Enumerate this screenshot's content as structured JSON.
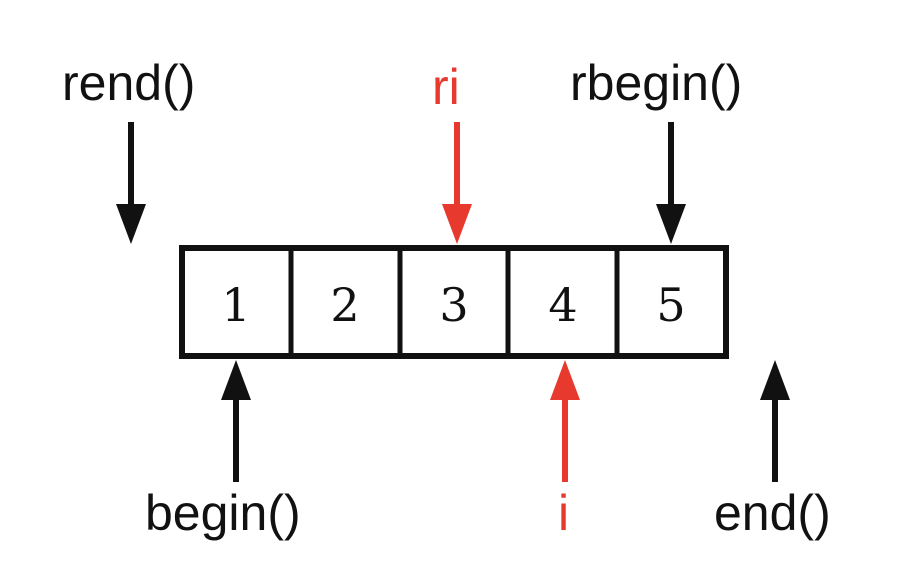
{
  "colors": {
    "black": "#111111",
    "highlight": "#e8392e"
  },
  "array": {
    "cells": [
      "1",
      "2",
      "3",
      "4",
      "5"
    ]
  },
  "labels": {
    "rend": "rend()",
    "ri": "ri",
    "rbegin": "rbegin()",
    "begin": "begin()",
    "i": "i",
    "end": "end()"
  }
}
